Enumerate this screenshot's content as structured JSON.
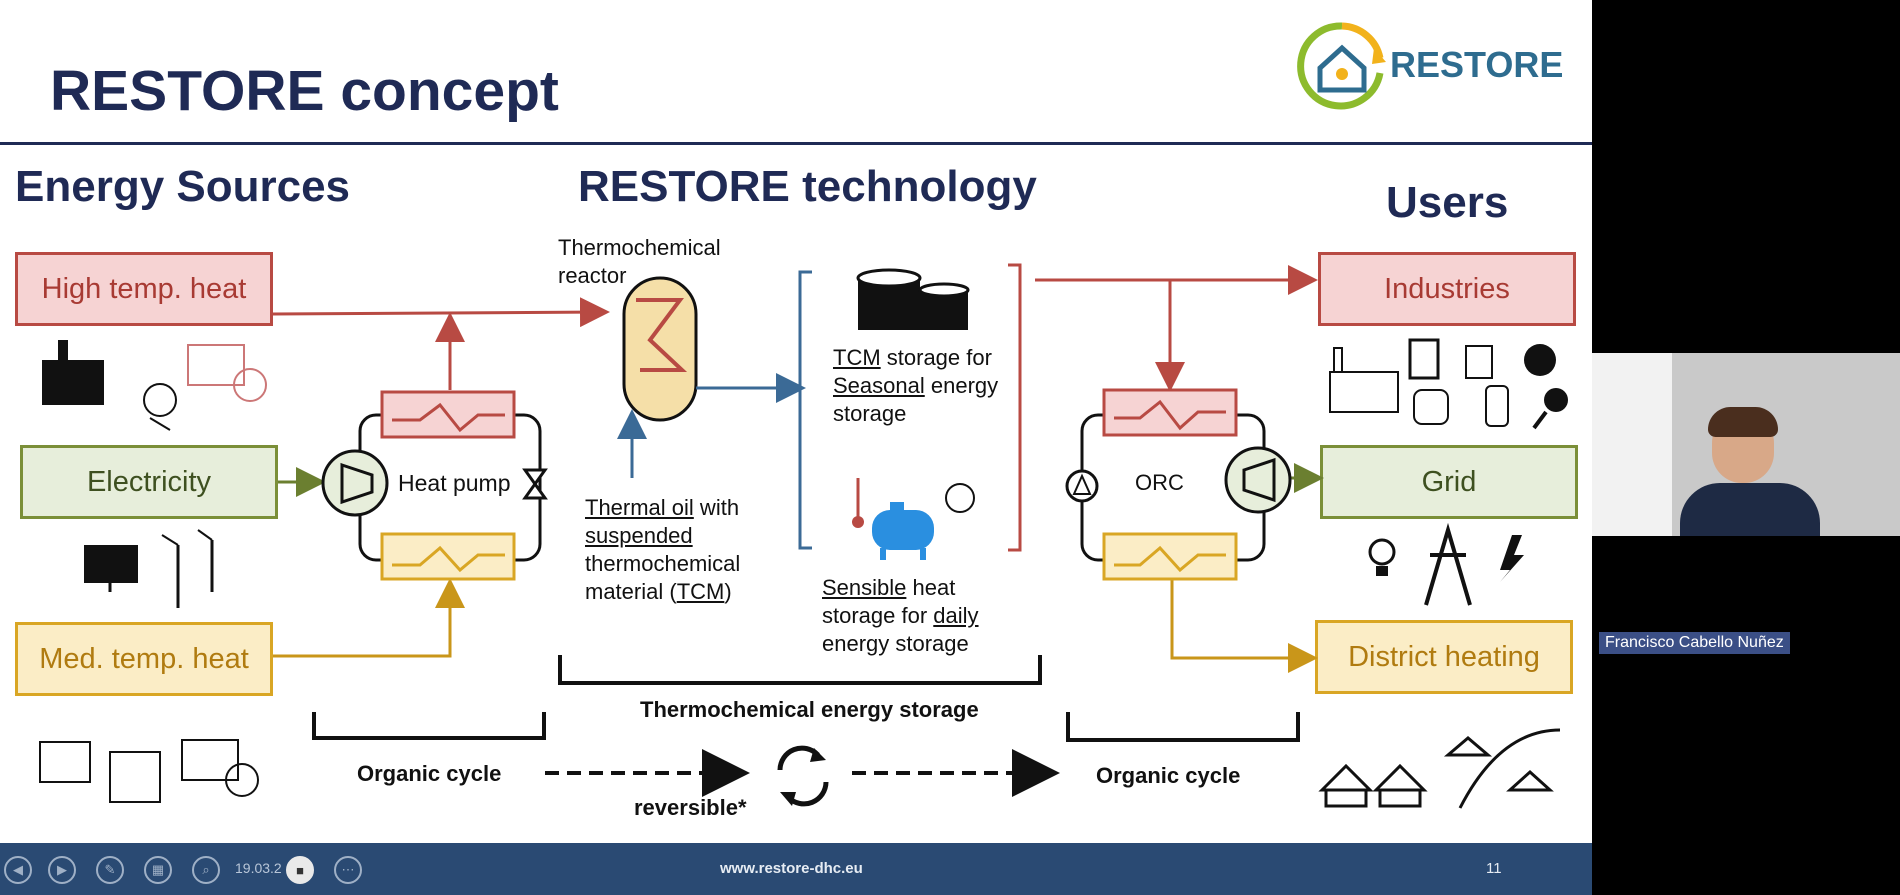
{
  "slide": {
    "title": "RESTORE concept",
    "logo_text": "RESTORE",
    "sections": {
      "energy_sources": "Energy Sources",
      "technology": "RESTORE technology",
      "users": "Users"
    },
    "sources": {
      "high_temp": "High temp. heat",
      "electricity": "Electricity",
      "med_temp": "Med. temp. heat"
    },
    "users": {
      "industries": "Industries",
      "grid": "Grid",
      "district_heating": "District heating"
    },
    "heat_pump_label": "Heat pump",
    "orc_label": "ORC",
    "reactor_label": "Thermochemical reactor",
    "thermal_oil": {
      "u1": "Thermal oil",
      "t1": " with",
      "u2": "suspended",
      "line3": "thermochemical",
      "t4": "material (",
      "u4": "TCM",
      "t4b": ")"
    },
    "tcm_storage": {
      "u1": "TCM",
      "t1": " storage for",
      "u2": "Seasonal",
      "t2": " energy",
      "line3": "storage"
    },
    "sensible_storage": {
      "u1": "Sensible",
      "t1": " heat",
      "t2": "storage for ",
      "u2": "daily",
      "line3": "energy storage"
    },
    "thermochemical_energy_storage": "Thermochemical energy storage",
    "organic_cycle_left": "Organic cycle",
    "organic_cycle_right": "Organic cycle",
    "reversible": "reversible*",
    "colors": {
      "red": "#b84a43",
      "green": "#7b8f38",
      "yellow": "#d9a624",
      "blue": "#3b6a96",
      "navy": "#1f2a55"
    }
  },
  "status_bar": {
    "date": "19.03.2",
    "url": "www.restore-dhc.eu",
    "page": "11"
  },
  "participant": {
    "name": "Francisco Cabello Nuñez"
  }
}
